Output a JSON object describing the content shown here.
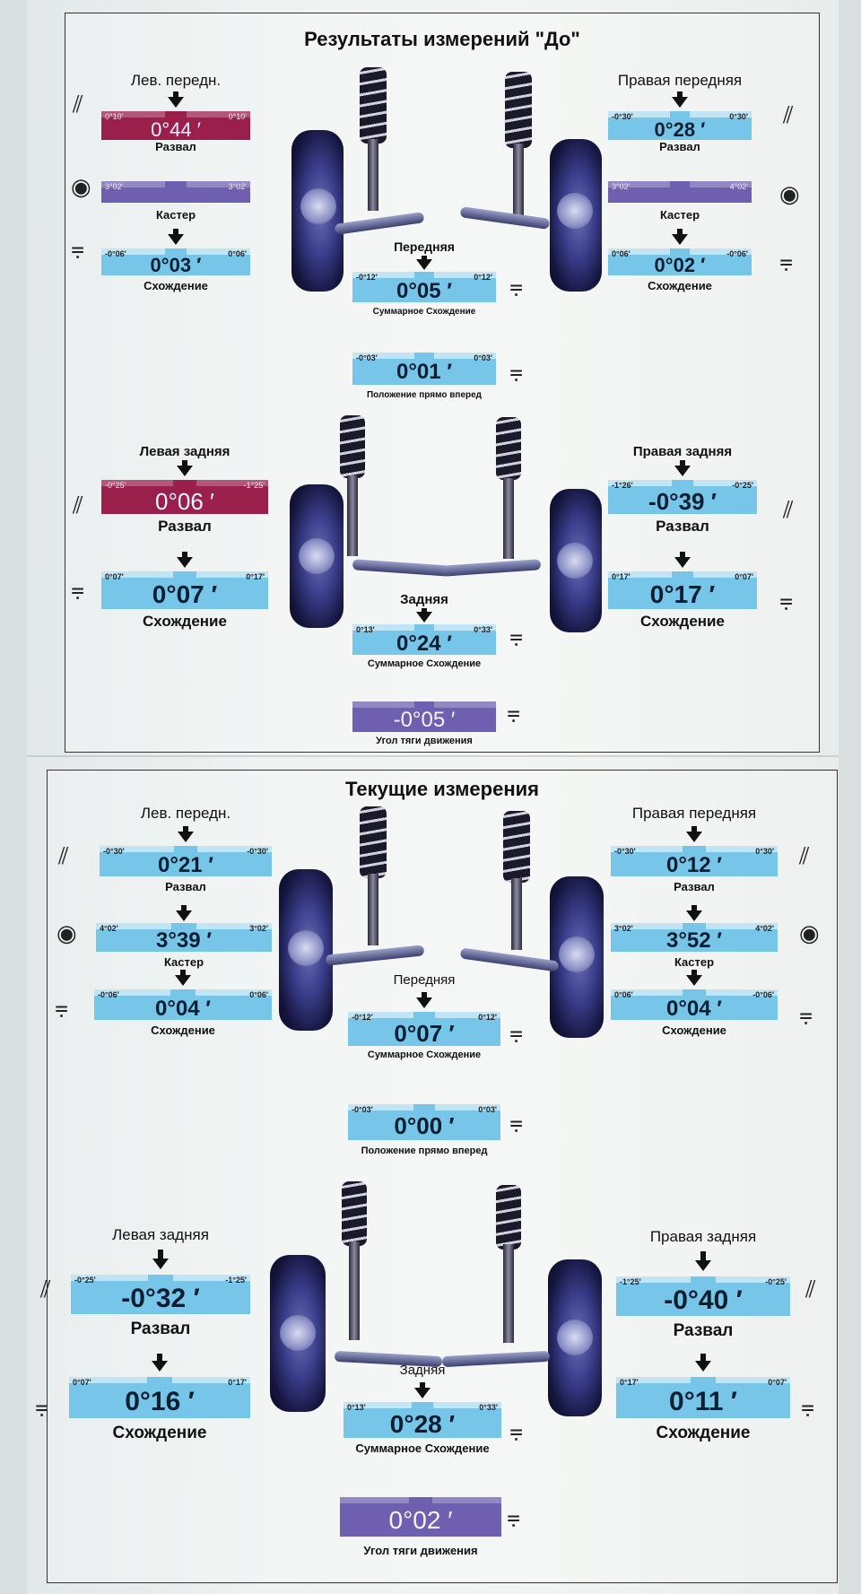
{
  "before": {
    "title": "Результаты измерений \"До\"",
    "front_left": {
      "label": "Лев. передн.",
      "camber": {
        "min": "0°10'",
        "max": "0°10'",
        "value": "0°44 ′",
        "label": "Развал"
      },
      "caster": {
        "min": "3°02'",
        "max": "3°02'",
        "label": "Кастер"
      },
      "toe": {
        "min": "-0°06'",
        "max": "0°06'",
        "value": "0°03 ′",
        "label": "Схождение"
      }
    },
    "front_right": {
      "label": "Правая передняя",
      "camber": {
        "min": "-0°30'",
        "max": "0°30'",
        "value": "0°28 ′",
        "label": "Развал"
      },
      "caster": {
        "min": "3°02'",
        "max": "4°02'",
        "label": "Кастер"
      },
      "toe": {
        "min": "0°06'",
        "max": "-0°06'",
        "value": "0°02 ′",
        "label": "Схождение"
      }
    },
    "front": {
      "label": "Передняя",
      "total_toe": {
        "min": "-0°12'",
        "max": "0°12'",
        "value": "0°05 ′",
        "label": "Суммарное Схождение"
      },
      "straight": {
        "min": "-0°03'",
        "max": "0°03'",
        "value": "0°01 ′",
        "label": "Положение прямо вперед"
      }
    },
    "rear_left": {
      "label": "Левая задняя",
      "camber": {
        "min": "-0°25'",
        "max": "-1°25'",
        "value": "0°06 ′",
        "label": "Развал"
      },
      "toe": {
        "min": "0°07'",
        "max": "0°17'",
        "value": "0°07 ′",
        "label": "Схождение"
      }
    },
    "rear_right": {
      "label": "Правая задняя",
      "camber": {
        "min": "-1°26'",
        "max": "-0°25'",
        "value": "-0°39 ′",
        "label": "Развал"
      },
      "toe": {
        "min": "0°17'",
        "max": "0°07'",
        "value": "0°17 ′",
        "label": "Схождение"
      }
    },
    "rear": {
      "label": "Задняя",
      "total_toe": {
        "min": "0°13'",
        "max": "0°33'",
        "value": "0°24 ′",
        "label": "Суммарное Схождение"
      },
      "thrust": {
        "value": "-0°05 ′",
        "label": "Угол тяги движения"
      }
    }
  },
  "current": {
    "title": "Текущие измерения",
    "front_left": {
      "label": "Лев. передн.",
      "camber": {
        "min": "-0°30'",
        "max": "-0°30'",
        "value": "0°21 ′",
        "label": "Развал"
      },
      "caster": {
        "min": "4°02'",
        "max": "3°02'",
        "value": "3°39 ′",
        "label": "Кастер"
      },
      "toe": {
        "min": "-0°06'",
        "max": "0°06'",
        "value": "0°04 ′",
        "label": "Схождение"
      }
    },
    "front_right": {
      "label": "Правая передняя",
      "camber": {
        "min": "-0°30'",
        "max": "0°30'",
        "value": "0°12 ′",
        "label": "Развал"
      },
      "caster": {
        "min": "3°02'",
        "max": "4°02'",
        "value": "3°52 ′",
        "label": "Кастер"
      },
      "toe": {
        "min": "0°06'",
        "max": "-0°06'",
        "value": "0°04 ′",
        "label": "Схождение"
      }
    },
    "front": {
      "label": "Передняя",
      "total_toe": {
        "min": "-0°12'",
        "max": "0°12'",
        "value": "0°07 ′",
        "label": "Суммарное Схождение"
      },
      "straight": {
        "min": "-0°03'",
        "max": "0°03'",
        "value": "0°00 ′",
        "label": "Положение прямо вперед"
      }
    },
    "rear_left": {
      "label": "Левая задняя",
      "camber": {
        "min": "-0°25'",
        "max": "-1°25'",
        "value": "-0°32 ′",
        "label": "Развал"
      },
      "toe": {
        "min": "0°07'",
        "max": "0°17'",
        "value": "0°16 ′",
        "label": "Схождение"
      }
    },
    "rear_right": {
      "label": "Правая задняя",
      "camber": {
        "min": "-1°25'",
        "max": "-0°25'",
        "value": "-0°40 ′",
        "label": "Развал"
      },
      "toe": {
        "min": "0°17'",
        "max": "0°07'",
        "value": "0°11 ′",
        "label": "Схождение"
      }
    },
    "rear": {
      "label": "Задняя",
      "total_toe": {
        "min": "0°13'",
        "max": "0°33'",
        "value": "0°28 ′",
        "label": "Суммарное Схождение"
      },
      "thrust": {
        "value": "0°02 ′",
        "label": "Угол тяги движения"
      }
    }
  },
  "colors": {
    "in_range": "#77c5e8",
    "out_of_range": "#9a1f4b",
    "thrust": "#6f5fb0"
  }
}
